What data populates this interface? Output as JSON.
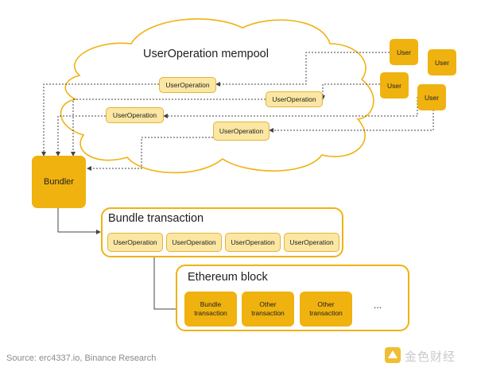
{
  "mempool": {
    "title": "UserOperation mempool",
    "ops": [
      "UserOperation",
      "UserOperation",
      "UserOperation",
      "UserOperation"
    ]
  },
  "users": [
    "User",
    "User",
    "User",
    "User"
  ],
  "bundler": {
    "label": "Bundler"
  },
  "bundle": {
    "title": "Bundle transaction",
    "ops": [
      "UserOperation",
      "UserOperation",
      "UserOperation",
      "UserOperation"
    ]
  },
  "block": {
    "title": "Ethereum block",
    "items": [
      "Bundle transaction",
      "Other transaction",
      "Other transaction"
    ],
    "ellipsis": "..."
  },
  "source": "Source: erc4337.io, Binance Research",
  "watermark": "金色财经",
  "colors": {
    "gold": "#efb20f",
    "light_gold": "#fbe7a3",
    "line": "#444444",
    "source_text": "#8a8a8a"
  }
}
